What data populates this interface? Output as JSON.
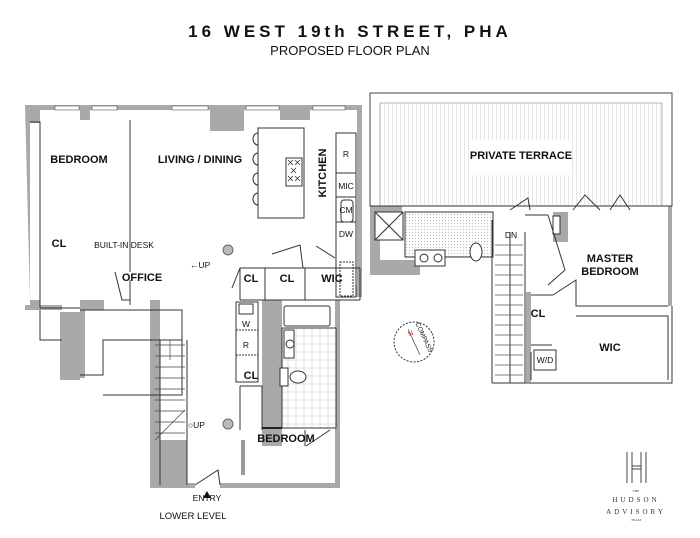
{
  "header": {
    "title": "16 WEST 19th STREET, PHA",
    "subtitle": "PROPOSED FLOOR PLAN"
  },
  "lower_level": {
    "rooms": {
      "bedroom_1": "BEDROOM",
      "living_dining": "LIVING / DINING",
      "kitchen": "KITCHEN",
      "cl_1": "CL",
      "built_in_desk": "BUILT-IN DESK",
      "office": "OFFICE",
      "cl_2": "CL",
      "cl_3": "CL",
      "wic": "WIC",
      "cl_4": "CL",
      "bedroom_2": "BEDROOM"
    },
    "appliances": {
      "r": "R",
      "mic": "MIC",
      "cm": "CM",
      "dw": "DW",
      "w": "W",
      "r2": "R"
    },
    "up_1": "UP",
    "up_2": "UP",
    "entry": "ENTRY",
    "level_label": "LOWER LEVEL"
  },
  "upper_level": {
    "terrace": "PRIVATE TERRACE",
    "master_line1": "MASTER",
    "master_line2": "BEDROOM",
    "cl": "CL",
    "wic": "WIC",
    "wd": "W/D",
    "dn": "DN"
  },
  "compass": {
    "label": "COMPASS",
    "north": "N"
  },
  "logo": {
    "small_top": "THE",
    "line1": "HUDSON",
    "line2": "ADVISORY",
    "small_bottom": "TEAM"
  },
  "colors": {
    "wall": "#a9a9a9",
    "north": "#d22"
  }
}
